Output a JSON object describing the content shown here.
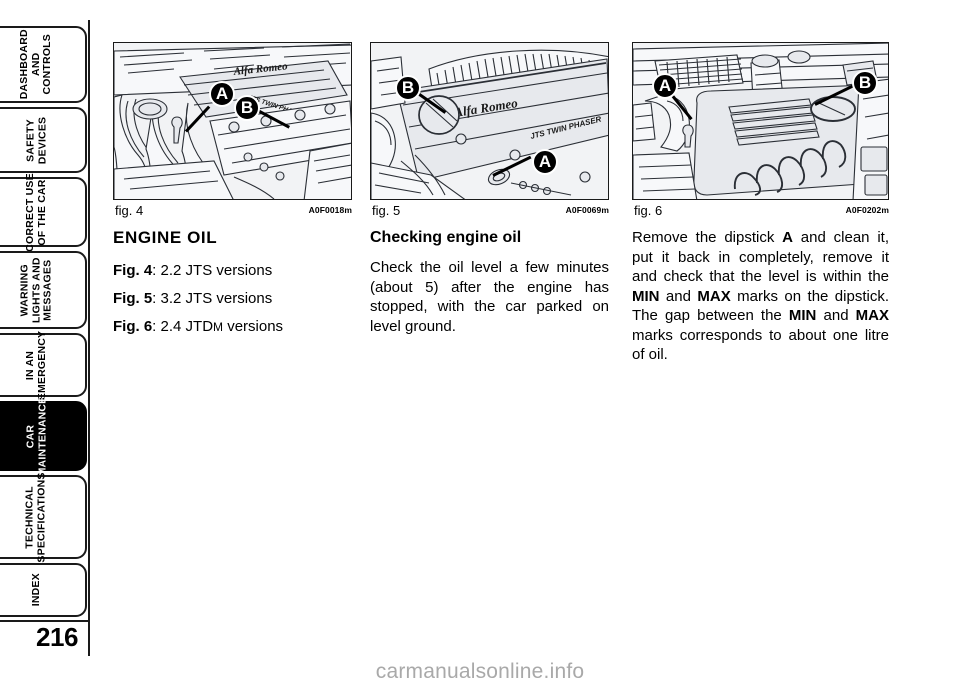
{
  "document": {
    "page_number": "216",
    "watermark": "carmanualsonline.info"
  },
  "sidebar": {
    "tabs": [
      {
        "id": "dashboard-and-controls",
        "lines": [
          "DASHBOARD",
          "AND",
          "CONTROLS"
        ],
        "active": false
      },
      {
        "id": "safety-devices",
        "lines": [
          "SAFETY",
          "DEVICES"
        ],
        "active": false
      },
      {
        "id": "correct-use-of-the-car",
        "lines": [
          "CORRECT USE",
          "OF THE CAR"
        ],
        "active": false
      },
      {
        "id": "warning-lights-and-messages",
        "lines": [
          "WARNING",
          "LIGHTS AND",
          "MESSAGES"
        ],
        "active": false
      },
      {
        "id": "in-an-emergency",
        "lines": [
          "IN AN",
          "EMERGENCY"
        ],
        "active": false
      },
      {
        "id": "car-maintenance",
        "lines": [
          "CAR",
          "MAINTENANCE"
        ],
        "active": true
      },
      {
        "id": "technical-specifications",
        "lines": [
          "TECHNICAL",
          "SPECIFICATIONS"
        ],
        "active": false
      },
      {
        "id": "index",
        "lines": [
          "INDEX"
        ],
        "active": false
      }
    ]
  },
  "figures": [
    {
      "id": "fig-4",
      "caption": "fig. 4",
      "code": "A0F0018m",
      "description": "2.2 JTS engine bay line drawing showing dipstick and oil filler cap",
      "engine_text": [
        "Alfa Romeo",
        "JTS TWIN PHASER"
      ],
      "callouts": [
        {
          "label": "A",
          "target": "dipstick"
        },
        {
          "label": "B",
          "target": "oil-filler-cap"
        }
      ]
    },
    {
      "id": "fig-5",
      "caption": "fig. 5",
      "code": "A0F0069m",
      "description": "3.2 JTS engine bay line drawing showing dipstick and oil filler cap",
      "engine_text": [
        "Alfa Romeo",
        "JTS TWIN PHASER"
      ],
      "callouts": [
        {
          "label": "B",
          "target": "oil-filler-cap"
        },
        {
          "label": "A",
          "target": "dipstick"
        }
      ]
    },
    {
      "id": "fig-6",
      "caption": "fig. 6",
      "code": "A0F0202m",
      "description": "2.4 JTDM engine bay line drawing showing dipstick and oil filler cap",
      "engine_text": [],
      "callouts": [
        {
          "label": "A",
          "target": "dipstick"
        },
        {
          "label": "B",
          "target": "oil-filler-cap"
        }
      ]
    }
  ],
  "content": {
    "column_left": {
      "heading": "ENGINE OIL",
      "items": [
        {
          "label": "Fig. 4",
          "text": ": 2.2 JTS versions"
        },
        {
          "label": "Fig. 5",
          "text": ": 3.2 JTS versions"
        },
        {
          "label": "Fig. 6",
          "text": ": 2.4 JTD",
          "small_caps": "M",
          "text_after": " versions"
        }
      ]
    },
    "column_middle": {
      "heading": "Checking engine oil",
      "paragraph": "Check the oil level a few minutes (about 5) after the engine has stopped, with the car parked on level ground."
    },
    "column_right": {
      "paragraph_parts": [
        {
          "type": "text",
          "value": "Remove the dipstick "
        },
        {
          "type": "bold",
          "value": "A"
        },
        {
          "type": "text",
          "value": " and clean it, put it back in completely, remove it and check that the level is within the "
        },
        {
          "type": "bold",
          "value": "MIN"
        },
        {
          "type": "text",
          "value": " and "
        },
        {
          "type": "bold",
          "value": "MAX"
        },
        {
          "type": "text",
          "value": " marks on the dipstick. The gap between the "
        },
        {
          "type": "bold",
          "value": "MIN"
        },
        {
          "type": "text",
          "value": " and "
        },
        {
          "type": "bold",
          "value": "MAX"
        },
        {
          "type": "text",
          "value": " marks corresponds to about one litre of oil."
        }
      ]
    }
  },
  "colors": {
    "ink": "#000000",
    "rule": "#1a1a1a",
    "artwork_fill": "#f2f3f5",
    "watermark": "#a9a9a9",
    "active_tab_bg": "#000000",
    "active_tab_fg": "#ffffff"
  }
}
